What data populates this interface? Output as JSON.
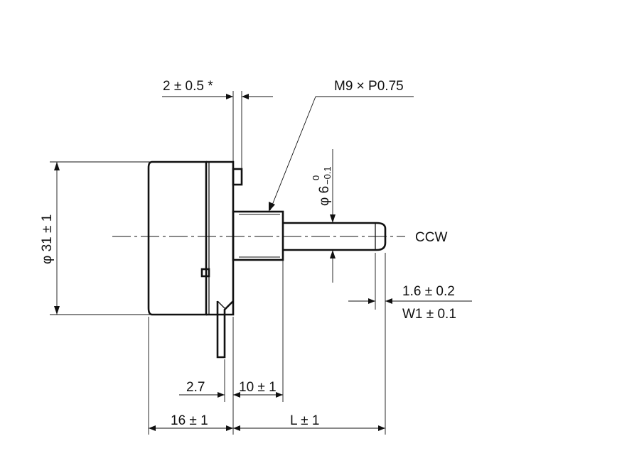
{
  "labels": {
    "shaft_gap": "2 ± 0.5 *",
    "thread": "M9 × P0.75",
    "shaft_dia_main": "φ 6",
    "shaft_dia_tol_upper": "0",
    "shaft_dia_tol_lower": "−0.1",
    "body_dia": "φ 31 ± 1",
    "direction": "CCW",
    "flat_depth": "1.6 ± 0.2",
    "flat_width": "W1 ± 0.1",
    "mount_offset": "2.7",
    "thread_length": "10 ± 1",
    "body_depth": "16 ± 1",
    "shaft_length": "L ± 1"
  },
  "colors": {
    "ink": "#111111",
    "background": "#ffffff"
  }
}
